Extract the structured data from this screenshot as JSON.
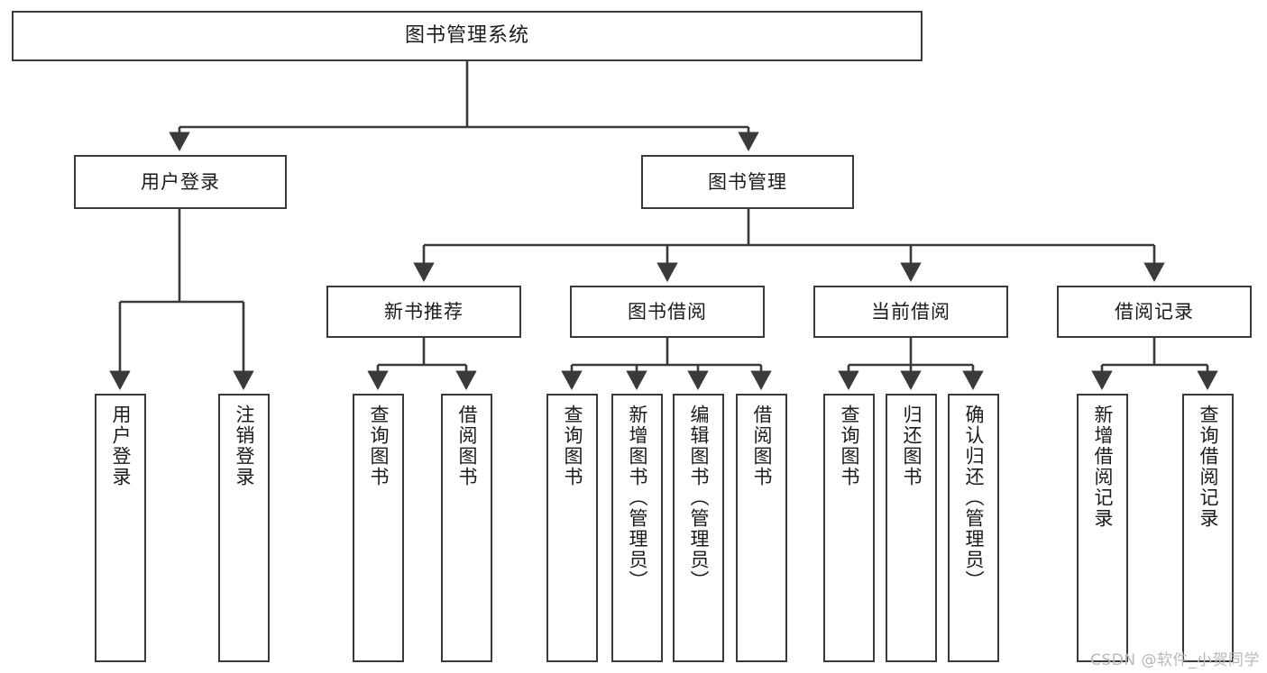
{
  "diagram": {
    "title": "图书管理系统",
    "watermark": "CSDN @软件_小贺同学",
    "colors": {
      "stroke": "#3a3a3a",
      "background": "#ffffff",
      "text": "#1b1b1b",
      "watermark": "#b9b9b9"
    },
    "levels": {
      "root": "图书管理系统",
      "level2": [
        "用户登录",
        "图书管理"
      ],
      "level3": [
        "新书推荐",
        "图书借阅",
        "当前借阅",
        "借阅记录"
      ]
    },
    "nodes": {
      "root": {
        "label": "图书管理系统"
      },
      "user_login": {
        "label": "用户登录"
      },
      "book_manage": {
        "label": "图书管理"
      },
      "new_book_rec": {
        "label": "新书推荐"
      },
      "book_borrow": {
        "label": "图书借阅"
      },
      "current_borrow": {
        "label": "当前借阅"
      },
      "borrow_record": {
        "label": "借阅记录"
      },
      "leaf_user_login": {
        "label": "用户登录"
      },
      "leaf_logout": {
        "label": "注销登录"
      },
      "leaf_query_book_1": {
        "label": "查询图书"
      },
      "leaf_borrow_book_1": {
        "label": "借阅图书"
      },
      "leaf_query_book_2": {
        "label": "查询图书"
      },
      "leaf_add_book": {
        "label": "新增图书（管理员）"
      },
      "leaf_edit_book": {
        "label": "编辑图书（管理员）"
      },
      "leaf_borrow_book_2": {
        "label": "借阅图书"
      },
      "leaf_query_book_3": {
        "label": "查询图书"
      },
      "leaf_return_book": {
        "label": "归还图书"
      },
      "leaf_confirm_return": {
        "label": "确认归还（管理员）"
      },
      "leaf_add_record": {
        "label": "新增借阅记录"
      },
      "leaf_query_record": {
        "label": "查询借阅记录"
      }
    }
  }
}
